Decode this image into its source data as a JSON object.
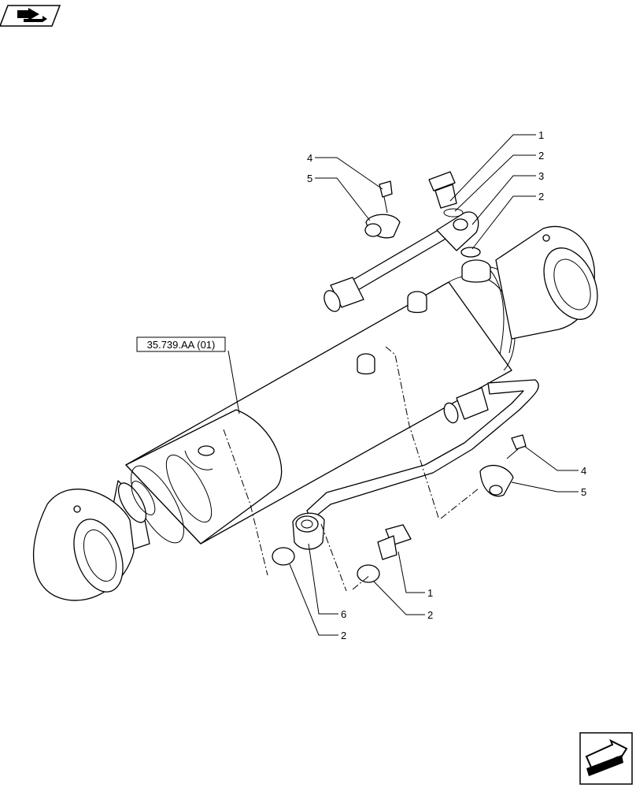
{
  "reference_box": {
    "label": "35.739.AA (01)"
  },
  "callouts": [
    {
      "id": "c-top-1",
      "label": "1"
    },
    {
      "id": "c-top-2a",
      "label": "2"
    },
    {
      "id": "c-top-3",
      "label": "3"
    },
    {
      "id": "c-top-2b",
      "label": "2"
    },
    {
      "id": "c-top-4",
      "label": "4"
    },
    {
      "id": "c-top-5",
      "label": "5"
    },
    {
      "id": "c-right-4",
      "label": "4"
    },
    {
      "id": "c-right-5",
      "label": "5"
    },
    {
      "id": "c-bot-1",
      "label": "1"
    },
    {
      "id": "c-bot-2a",
      "label": "2"
    },
    {
      "id": "c-bot-6",
      "label": "6"
    },
    {
      "id": "c-bot-2b",
      "label": "2"
    }
  ],
  "icons": {
    "top_left": "previous-page-icon",
    "bottom_right": "next-page-icon"
  }
}
